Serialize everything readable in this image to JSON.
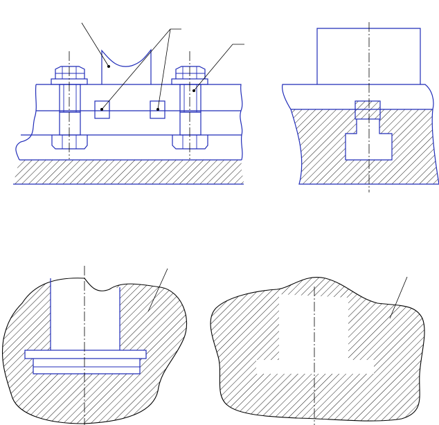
{
  "diagram": {
    "colors": {
      "outline": "#1f2bb8",
      "leader": "#000000",
      "hatch": "#000000",
      "background": "#ffffff"
    },
    "views": [
      {
        "id": "top-left",
        "description_icon": "bolted-clamp-front-view-icon"
      },
      {
        "id": "top-right",
        "description_icon": "t-slot-side-section-icon"
      },
      {
        "id": "bottom-left",
        "description_icon": "t-slot-casting-section-icon"
      },
      {
        "id": "bottom-right",
        "description_icon": "hidden-t-slot-section-icon"
      }
    ]
  }
}
